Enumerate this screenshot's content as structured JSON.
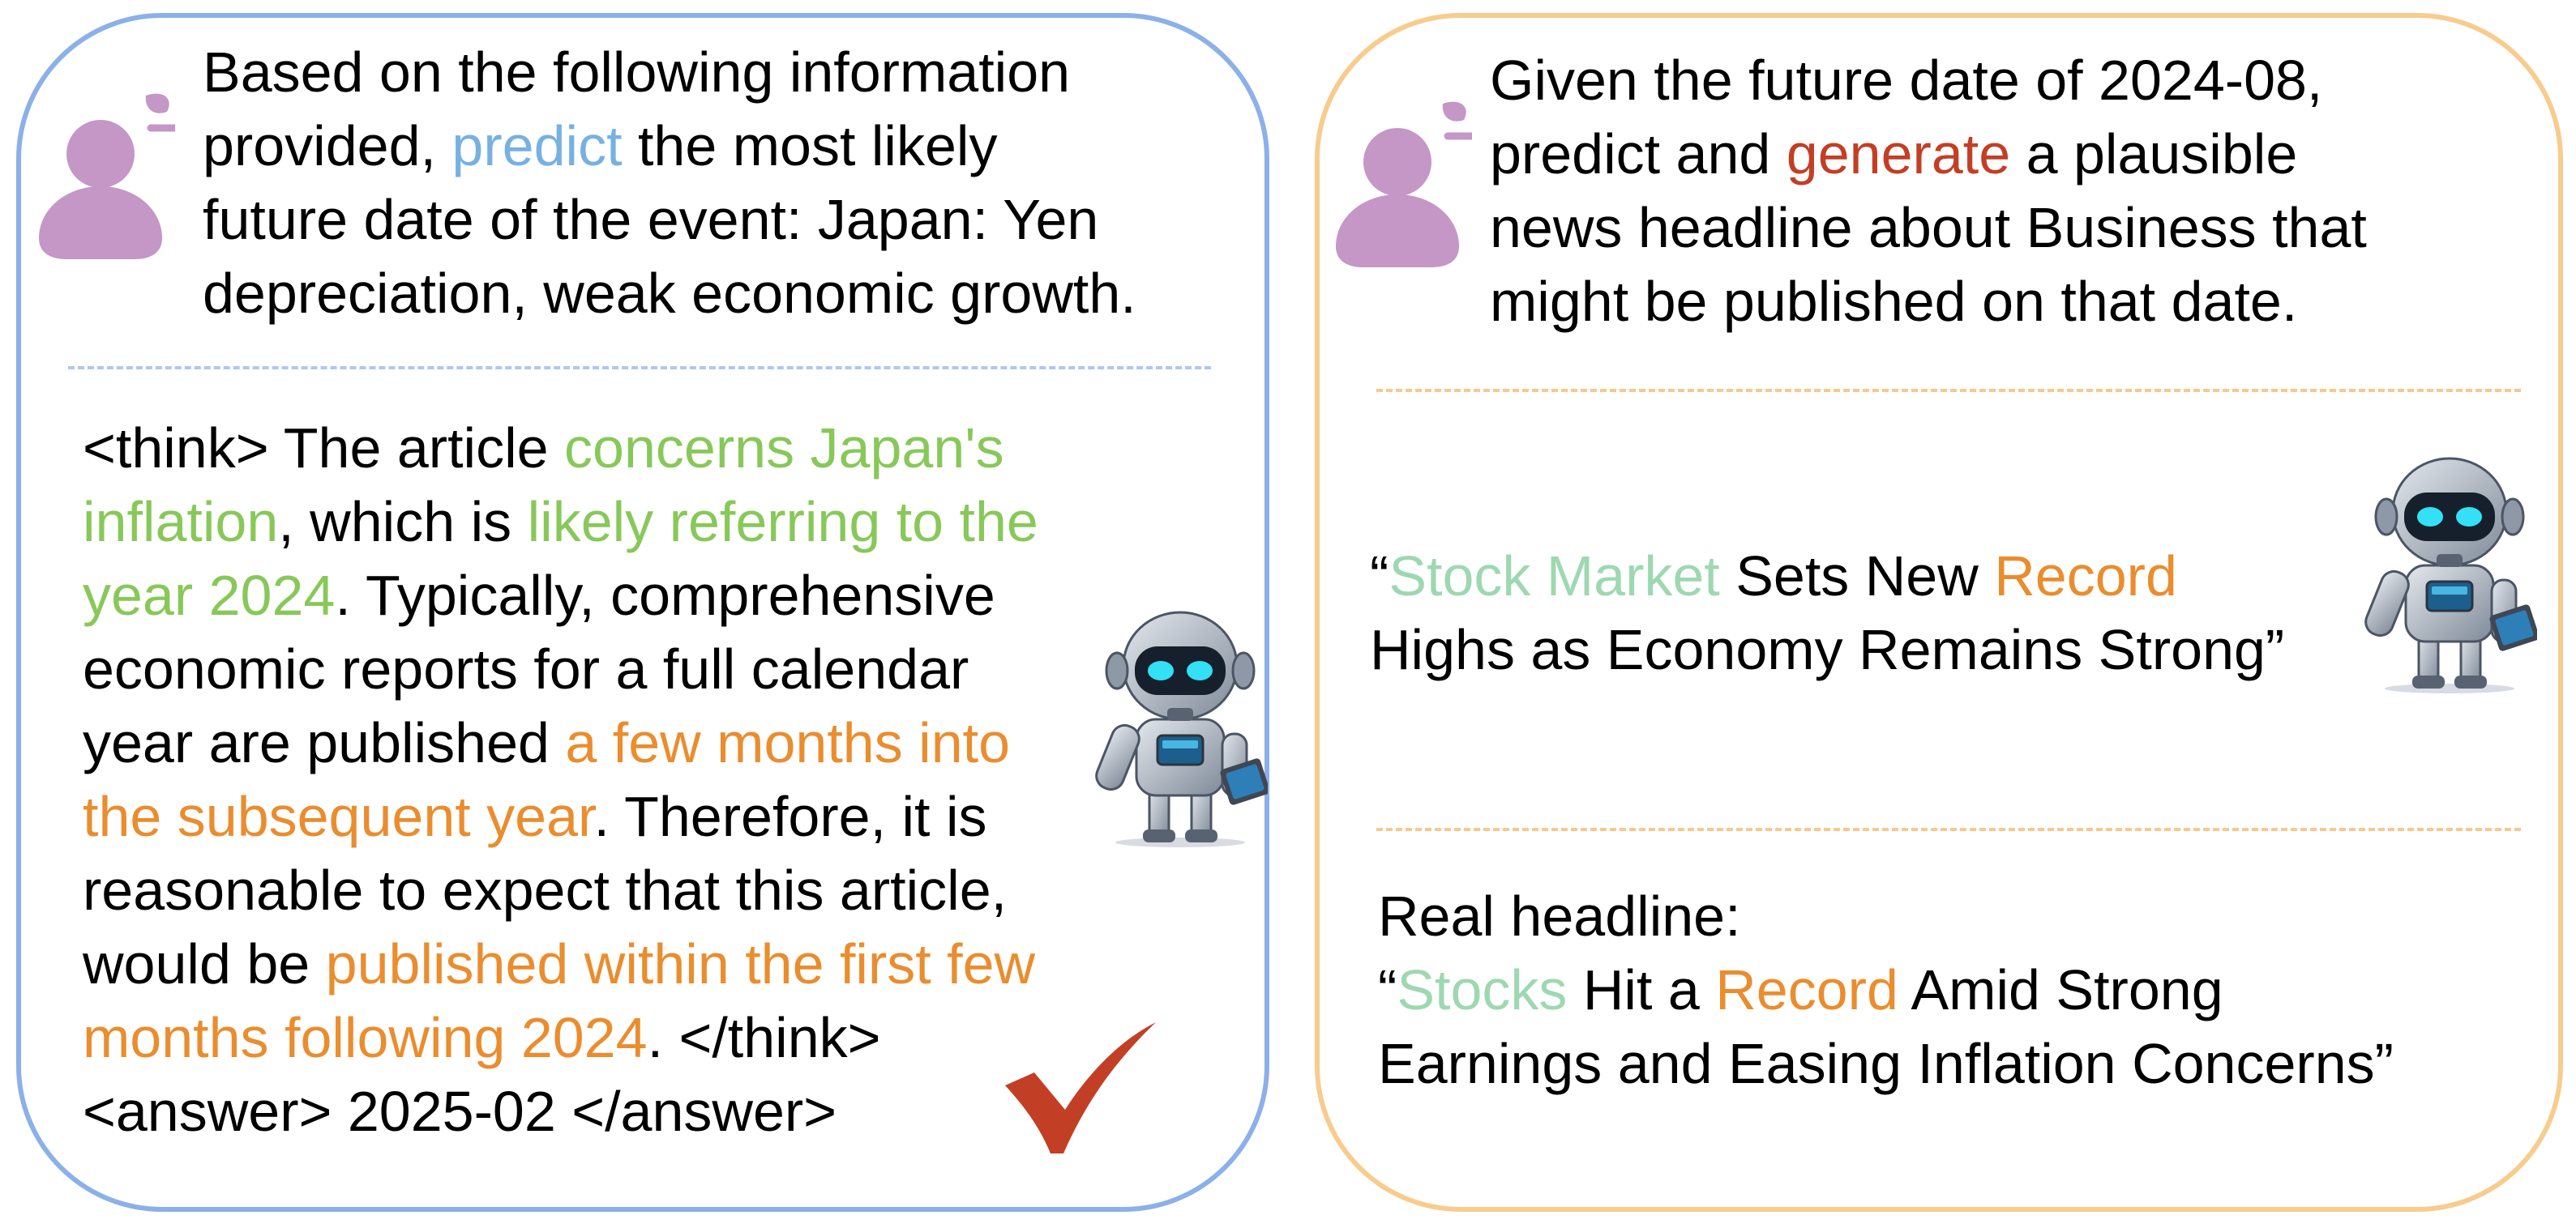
{
  "left": {
    "prompt_lines": [
      [
        "Based on the following information"
      ],
      [
        "provided, ",
        {
          "t": "predict",
          "c": "blue"
        },
        " the most likely"
      ],
      [
        "future date of the event: Japan: Yen"
      ],
      [
        "depreciation, weak economic growth."
      ]
    ],
    "response_lines": [
      [
        "<think> The article ",
        {
          "t": "concerns Japan's",
          "c": "green"
        }
      ],
      [
        {
          "t": "inflation",
          "c": "green"
        },
        ", which is ",
        {
          "t": "likely referring to the",
          "c": "green"
        }
      ],
      [
        {
          "t": "year 2024",
          "c": "green"
        },
        ". Typically, comprehensive"
      ],
      [
        "economic reports for a full calendar"
      ],
      [
        "year are published ",
        {
          "t": "a few months into",
          "c": "orange"
        }
      ],
      [
        {
          "t": "the subsequent year",
          "c": "orange"
        },
        ". Therefore, it is"
      ],
      [
        "reasonable to expect that this article,"
      ],
      [
        "would be ",
        {
          "t": "published within the first few",
          "c": "orange"
        }
      ],
      [
        {
          "t": "months following 2024",
          "c": "orange"
        },
        ". </think>"
      ],
      [
        "<answer> 2025-02 </answer>"
      ]
    ]
  },
  "right": {
    "prompt_lines": [
      [
        "Given the future date of 2024-08,"
      ],
      [
        "predict and ",
        {
          "t": "generate",
          "c": "red"
        },
        " a plausible"
      ],
      [
        "news headline about Business that"
      ],
      [
        "might be published on that date."
      ]
    ],
    "generated_lines": [
      [
        "“",
        {
          "t": "Stock Market",
          "c": "mint"
        },
        " Sets New ",
        {
          "t": "Record",
          "c": "orange"
        }
      ],
      [
        "Highs as Economy Remains Strong”"
      ]
    ],
    "real_lines": [
      [
        "Real headline:"
      ],
      [
        "“",
        {
          "t": "Stocks",
          "c": "mint"
        },
        " Hit a ",
        {
          "t": "Record",
          "c": "orange"
        },
        " Amid Strong"
      ],
      [
        "Earnings and Easing Inflation Concerns”"
      ]
    ]
  },
  "colors": {
    "left_border": "#8cb0e8",
    "right_border": "#f7cc8d",
    "user_icon": "#c497c6",
    "check": "#c23f26",
    "predict": "#76b1e2",
    "reasoning_green": "#88c859",
    "reasoning_orange": "#ea8d2e",
    "generate": "#c23f26",
    "headline_mint": "#9ed8b0"
  },
  "icons": [
    "user-icon",
    "robot-icon",
    "checkmark-icon"
  ]
}
